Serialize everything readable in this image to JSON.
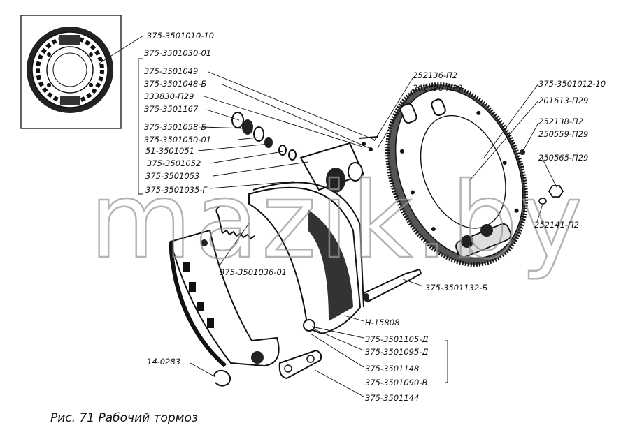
{
  "caption": "Рис. 71 Рабочий тормоз",
  "watermark": "mazik.by",
  "labels": {
    "l01": "375-3501010-10",
    "l02": "375-3501030-01",
    "l03": "375-3501049",
    "l04": "375-3501048-Б",
    "l05": "333830-П29",
    "l06": "375-3501167",
    "l07": "375-3501058-Б",
    "l08": "375-3501050-01",
    "l09": "51-3501051",
    "l10": "375-3501052",
    "l11": "375-3501053",
    "l12": "375-3501035-Г",
    "l13": "252136-П2",
    "l14": "201496-П29",
    "l15": "375-3501012-10",
    "l16": "201613-П29",
    "l17": "252138-П2",
    "l18": "250559-П29",
    "l19": "250565-П29",
    "l20": "252141-П2",
    "l21": "375-3501036-01",
    "l22": "375-3501132-Б",
    "l23": "Н-15808",
    "l24": "375-3501105-Д",
    "l25": "375-3501095-Д",
    "l26": "375-3501148",
    "l27": "375-3501090-В",
    "l28": "375-3501144",
    "l29": "14-0283"
  }
}
